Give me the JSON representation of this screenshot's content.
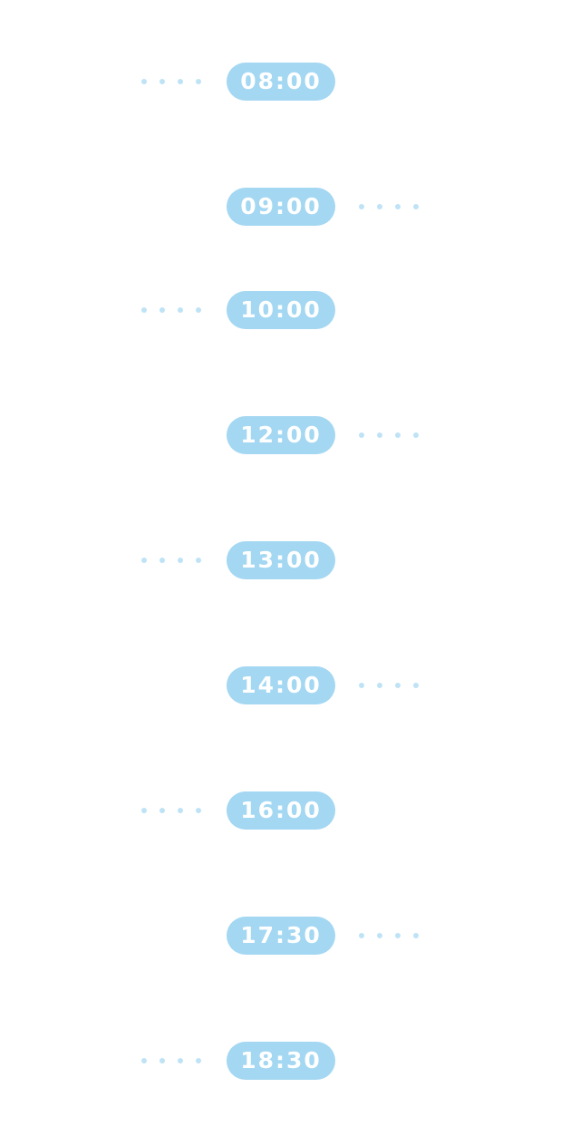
{
  "schedule": {
    "times": [
      {
        "label": "08:00",
        "connector": "left"
      },
      {
        "label": "09:00",
        "connector": "right"
      },
      {
        "label": "10:00",
        "connector": "left"
      },
      {
        "label": "12:00",
        "connector": "right"
      },
      {
        "label": "13:00",
        "connector": "left"
      },
      {
        "label": "14:00",
        "connector": "right"
      },
      {
        "label": "16:00",
        "connector": "left"
      },
      {
        "label": "17:30",
        "connector": "right"
      },
      {
        "label": "18:30",
        "connector": "left"
      }
    ]
  },
  "colors": {
    "pill": "#a3d7f2",
    "pill_text": "#ffffff",
    "dots": "#bfe3f6",
    "background": "#ffffff"
  }
}
